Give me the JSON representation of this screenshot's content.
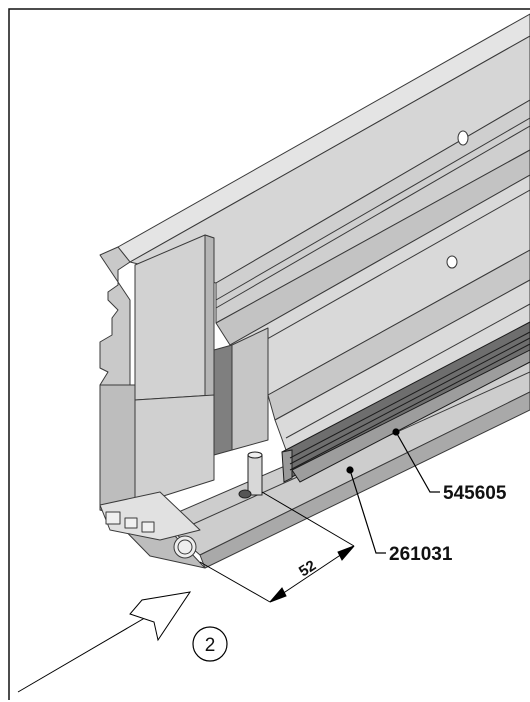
{
  "callouts": {
    "part_a": "545605",
    "part_b": "261031"
  },
  "dimension": {
    "value": "52"
  },
  "view_marker": {
    "label": "2"
  },
  "colors": {
    "profile_light": "#dcdcdc",
    "profile_mid": "#bfbfbf",
    "profile_dark": "#8f8f8f",
    "gasket": "#6e6e6e",
    "line": "#2a2a2a"
  }
}
